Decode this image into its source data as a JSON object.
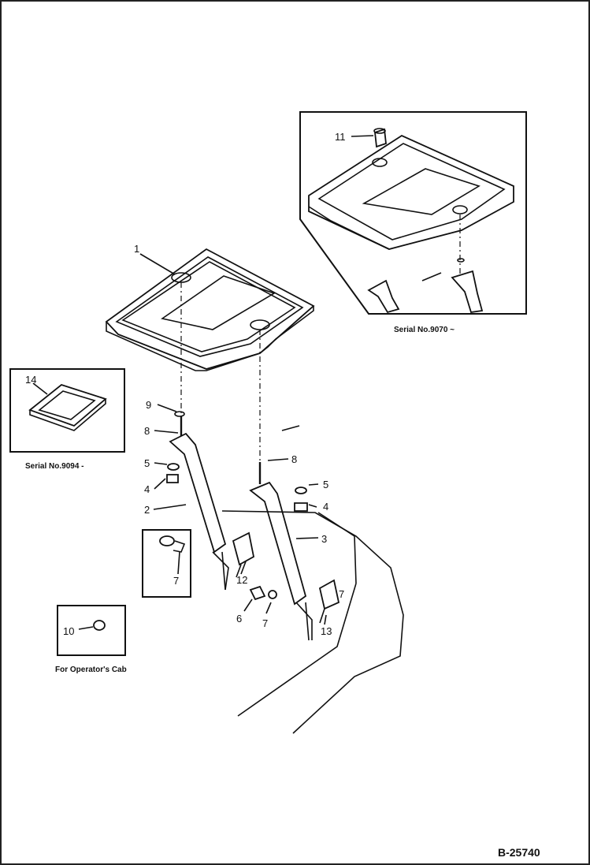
{
  "figure_code": "B-25740",
  "callouts": {
    "c1": "1",
    "c2": "2",
    "c3": "3",
    "c4a": "4",
    "c4b": "4",
    "c5a": "5",
    "c5b": "5",
    "c6": "6",
    "c7a": "7",
    "c7b": "7",
    "c7c": "7",
    "c8a": "8",
    "c8b": "8",
    "c9": "9",
    "c10": "10",
    "c11": "11",
    "c12": "12",
    "c13": "13",
    "c14": "14"
  },
  "captions": {
    "serial_9070": "Serial No.9070 ~",
    "serial_9094": "Serial No.9094 -",
    "operators_cab": "For Operator's Cab"
  }
}
